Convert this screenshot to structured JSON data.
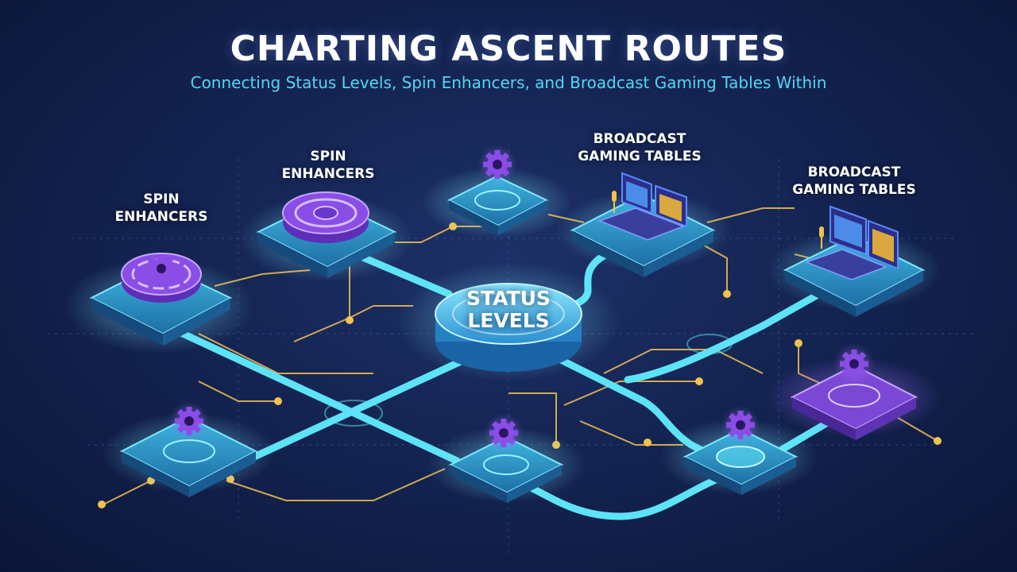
{
  "header": {
    "title": "CHARTING ASCENT ROUTES",
    "subtitle": "Connecting Status Levels, Spin Enhancers, and Broadcast Gaming Tables Within"
  },
  "labels": {
    "hub": "STATUS\nLEVELS",
    "spin_left": "SPIN\nENHANCERS",
    "spin_mid": "SPIN\nENHANCERS",
    "broadcast_mid": "BROADCAST\nGAMING TABLES",
    "broadcast_right": "BROADCAST\nGAMING TABLES"
  },
  "nodes": [
    {
      "id": "hub",
      "kind": "hub-platform"
    },
    {
      "id": "spin-left",
      "kind": "spin-enhancer-platform"
    },
    {
      "id": "spin-mid",
      "kind": "spin-enhancer-platform"
    },
    {
      "id": "gear-top",
      "kind": "gear-platform"
    },
    {
      "id": "broadcast-mid",
      "kind": "broadcast-table-platform"
    },
    {
      "id": "broadcast-right",
      "kind": "broadcast-table-platform"
    },
    {
      "id": "gear-bottom-left",
      "kind": "gear-platform"
    },
    {
      "id": "gear-bottom-center",
      "kind": "gear-platform"
    },
    {
      "id": "gear-bottom-right",
      "kind": "gear-platform"
    },
    {
      "id": "gear-right-purple",
      "kind": "gear-platform"
    }
  ],
  "colors": {
    "background": "#142452",
    "route": "#5ce3f7",
    "circuit": "#f2c14e",
    "platform": "#2a8fc4",
    "platform_accent": "#7fe8ff",
    "gear": "#8a4de6",
    "title": "#ffffff",
    "subtitle": "#52d6f6"
  },
  "icons": [
    "gear-icon",
    "chip-icon",
    "monitor-icon",
    "microphone-icon",
    "keyboard-icon"
  ]
}
